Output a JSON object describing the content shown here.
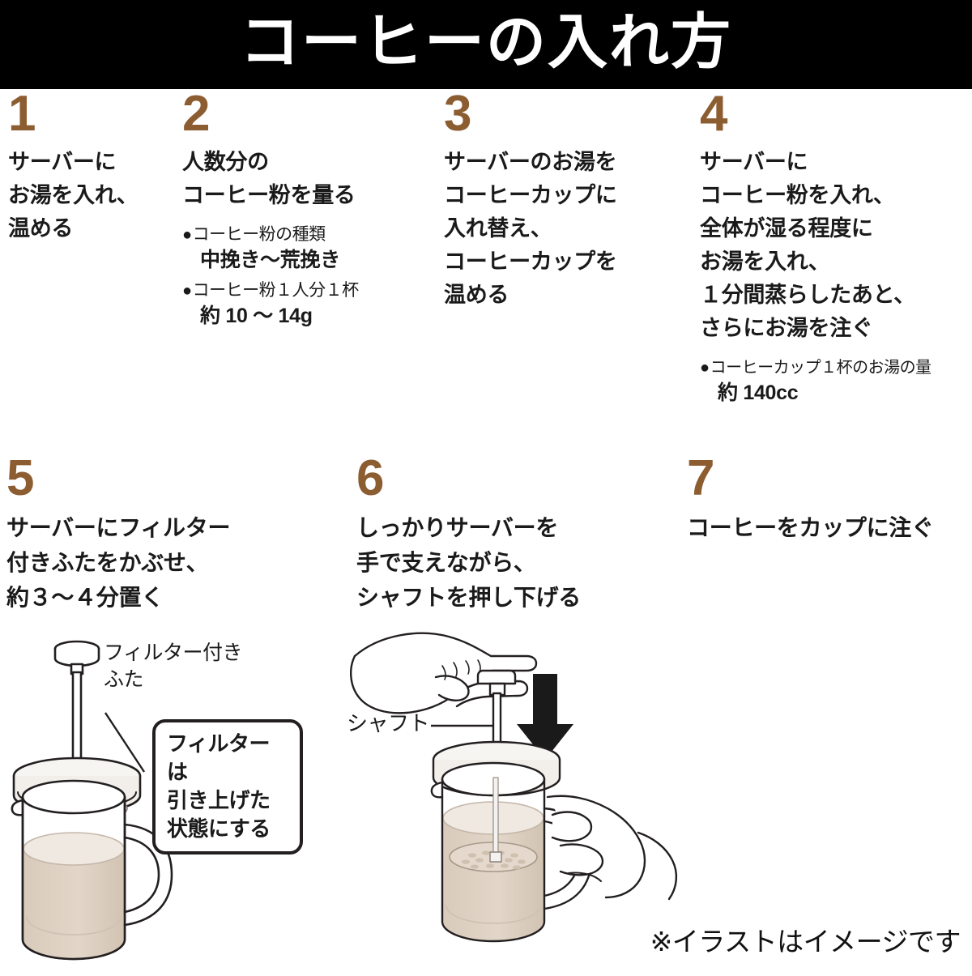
{
  "header": {
    "title": "コーヒーの入れ方",
    "background_color": "#000000",
    "text_color": "#ffffff"
  },
  "theme": {
    "number_color": "#8d5d32",
    "text_color": "#1a1a1a",
    "page_background": "#ffffff",
    "liquid_color": "#ded2c4",
    "glass_outline": "#231f20"
  },
  "steps": [
    {
      "number": "1",
      "lines": [
        "サーバーに",
        "お湯を入れ、",
        "温める"
      ],
      "notes": []
    },
    {
      "number": "2",
      "lines": [
        "人数分の",
        "コーヒー粉を量る"
      ],
      "notes": [
        {
          "bullet": "●",
          "head": "コーヒー粉の種類",
          "value": "中挽き〜荒挽き"
        },
        {
          "bullet": "●",
          "head": "コーヒー粉１人分１杯",
          "value": "約 10 〜 14g"
        }
      ]
    },
    {
      "number": "3",
      "lines": [
        "サーバーのお湯を",
        "コーヒーカップに",
        "入れ替え、",
        "コーヒーカップを",
        "温める"
      ],
      "notes": []
    },
    {
      "number": "4",
      "lines": [
        "サーバーに",
        "コーヒー粉を入れ、",
        "全体が湿る程度に",
        "お湯を入れ、",
        "１分間蒸らしたあと、",
        "さらにお湯を注ぐ"
      ],
      "notes": [
        {
          "bullet": "●",
          "head": "コーヒーカップ１杯のお湯の量",
          "value": "約 140cc"
        }
      ]
    },
    {
      "number": "5",
      "lines": [
        "サーバーにフィルター",
        "付きふたをかぶせ、",
        "約３〜４分置く"
      ],
      "notes": []
    },
    {
      "number": "6",
      "lines": [
        "しっかりサーバーを",
        "手で支えながら、",
        "シャフトを押し下げる"
      ],
      "notes": []
    },
    {
      "number": "7",
      "lines": [
        "コーヒーをカップに注ぐ"
      ],
      "notes": []
    }
  ],
  "illustration_left": {
    "caption_lid": "フィルター付き\nふた",
    "caption_lid_line1": "フィルター付き",
    "caption_lid_line2": "ふた",
    "callout": {
      "line1": "フィルターは",
      "line2": "引き上げた",
      "line3": "状態にする"
    }
  },
  "illustration_right": {
    "caption_shaft": "シャフト",
    "arrow_direction": "down"
  },
  "footer": {
    "disclaimer": "※イラストはイメージです"
  }
}
